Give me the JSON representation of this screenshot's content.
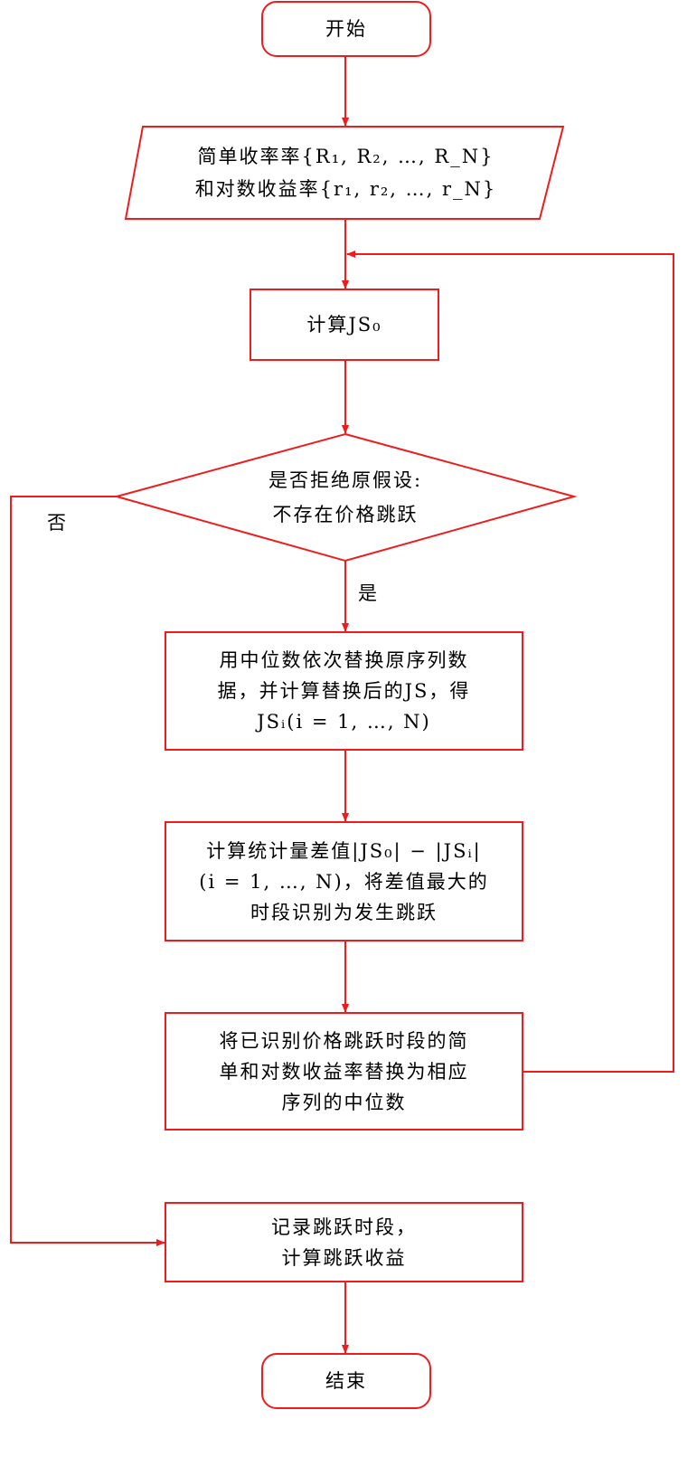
{
  "colors": {
    "stroke": "#ee1c1c",
    "text": "#000000",
    "background": "#ffffff"
  },
  "nodes": {
    "start": {
      "label": "开始"
    },
    "input": {
      "line1": "简单收率率{R₁, R₂, …, R_N}",
      "line2": "和对数收益率{r₁, r₂, …, r_N}"
    },
    "compute_js0": {
      "label": "计算JS₀"
    },
    "decision": {
      "line1": "是否拒绝原假设:",
      "line2": "不存在价格跳跃"
    },
    "replace": {
      "line1": "用中位数依次替换原序列数",
      "line2": "据，并计算替换后的JS，得",
      "line3": "JSᵢ(i = 1, …, N)"
    },
    "diff": {
      "line1": "计算统计量差值|JS₀| − |JSᵢ|",
      "line2": "(i = 1, …, N)，将差值最大的",
      "line3": "时段识别为发生跳跃"
    },
    "substitute": {
      "line1": "将已识别价格跳跃时段的简",
      "line2": "单和对数收益率替换为相应",
      "line3": "序列的中位数"
    },
    "record": {
      "line1": "记录跳跃时段，",
      "line2": "计算跳跃收益"
    },
    "end": {
      "label": "结束"
    }
  },
  "edges": {
    "yes_label": "是",
    "no_label": "否"
  }
}
